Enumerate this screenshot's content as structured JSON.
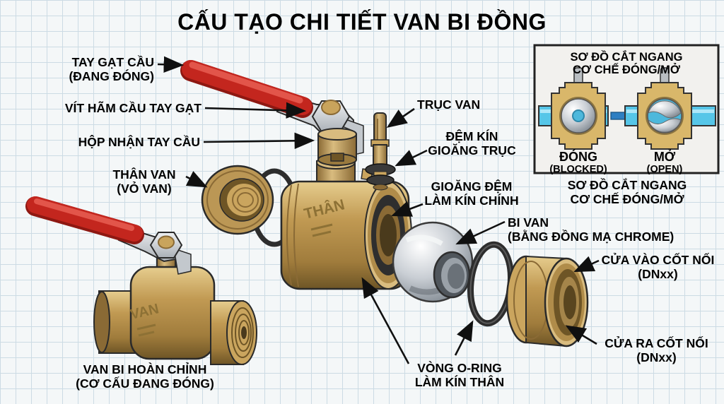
{
  "title": "CẤU TẠO CHI TIẾT VAN BI ĐỒNG",
  "labels": {
    "handle": {
      "line1": "TAY GẠT CẦU",
      "line2": "(ĐANG ĐÓNG)"
    },
    "set_screw": {
      "line1": "VÍT HÃM CẦU TAY GẠT"
    },
    "handle_socket": {
      "line1": "HỘP NHẬN TAY CẦU"
    },
    "valve_body": {
      "line1": "THÂN VAN",
      "line2": "(VỎ VAN)"
    },
    "stem": {
      "line1": "TRỤC VAN"
    },
    "stem_seal": {
      "line1": "ĐỆM KÍN",
      "line2": "GIOĂNG TRỤC"
    },
    "main_seal": {
      "line1": "GIOĂNG ĐỆM",
      "line2": "LÀM KÍN CHÍNH"
    },
    "ball": {
      "line1": "BI VAN",
      "line2": "(BẰNG ĐỒNG MẠ CHROME)"
    },
    "inlet_port": {
      "line1": "CỬA VÀO CỐT NỐI",
      "line2": "(DNxx)"
    },
    "outlet_port": {
      "line1": "CỬA RA CỐT NỐI",
      "line2": "(DNxx)"
    },
    "o_ring": {
      "line1": "VÒNG O-RING",
      "line2": "LÀM KÍN THÂN"
    },
    "complete_valve": {
      "line1": "VAN BI HOÀN CHỈNH",
      "line2": "(CƠ CẤU ĐANG ĐÓNG)"
    }
  },
  "inset": {
    "title1": "SƠ ĐỒ CẮT NGANG",
    "title2": "CƠ CHẾ ĐÓNG/MỞ",
    "closed": "ĐÓNG",
    "closed_sub": "(BLOCKED)",
    "open": "MỞ",
    "open_sub": "(OPEN)",
    "caption1": "SƠ ĐỒ CẮT NGANG",
    "caption2": "CƠ CHẾ ĐÓNG/MỞ"
  },
  "engravings": {
    "body": "THÂN",
    "valve": "VAN"
  },
  "colors": {
    "brass": "#b8924b",
    "brass_light": "#dcc084",
    "brass_dark": "#6e5526",
    "handle_red": "#c3261e",
    "steel": "#c9ced4",
    "chrome": "#d8dde2",
    "seal_black": "#2e2e2e",
    "pipe_blue": "#56c6e8",
    "flow_arrow_blue": "#2e7fc2",
    "paper": "#f4f7f8",
    "grid_line": "#ccdbe4",
    "text": "#000000"
  }
}
